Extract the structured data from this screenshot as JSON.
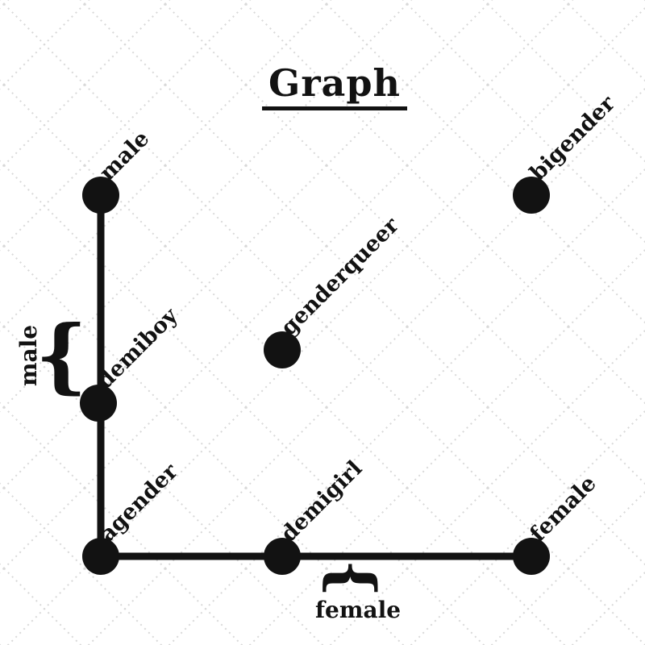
{
  "title": "Graph",
  "colors": {
    "ink": "#121212",
    "background": "#ffffff",
    "lattice": "#d8d8d8"
  },
  "graph": {
    "nodes": [
      {
        "id": "male",
        "label": "male"
      },
      {
        "id": "bigender",
        "label": "bigender"
      },
      {
        "id": "genderqueer",
        "label": "genderqueer"
      },
      {
        "id": "demiboy",
        "label": "demiboy"
      },
      {
        "id": "agender",
        "label": "agender"
      },
      {
        "id": "demigirl",
        "label": "demigirl"
      },
      {
        "id": "female",
        "label": "female"
      }
    ],
    "edges": [
      {
        "from": "male",
        "to": "demiboy"
      },
      {
        "from": "demiboy",
        "to": "agender"
      },
      {
        "from": "agender",
        "to": "demigirl"
      },
      {
        "from": "demigirl",
        "to": "female"
      }
    ],
    "braces": [
      {
        "glyph": "{",
        "label": "male",
        "side": "left"
      },
      {
        "glyph": "{",
        "label": "female",
        "side": "bottom"
      }
    ]
  }
}
